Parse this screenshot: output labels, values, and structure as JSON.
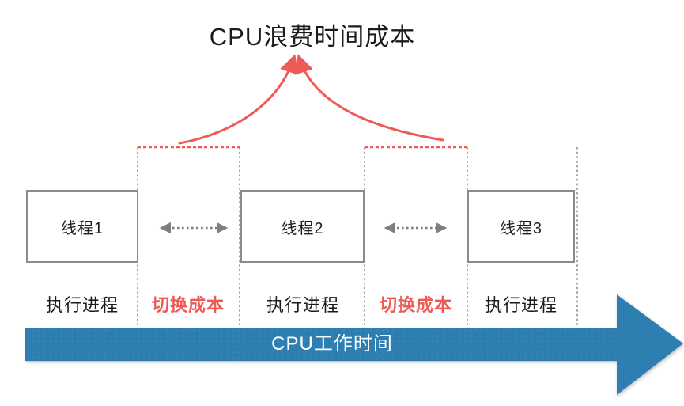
{
  "title": "CPU浪费时间成本",
  "threads": [
    {
      "label": "线程1"
    },
    {
      "label": "线程2"
    },
    {
      "label": "线程3"
    }
  ],
  "segments": [
    {
      "label": "执行进程",
      "type": "execute"
    },
    {
      "label": "切换成本",
      "type": "switch"
    },
    {
      "label": "执行进程",
      "type": "execute"
    },
    {
      "label": "切换成本",
      "type": "switch"
    },
    {
      "label": "执行进程",
      "type": "execute"
    }
  ],
  "timeline_label": "CPU工作时间",
  "colors": {
    "red": "#ee5a55",
    "blue": "#2d7eb1",
    "box_border": "#8b8b8b",
    "dash_gray": "#8f8f8f",
    "text": "#1b1b1b",
    "timeline_text": "#ffffff"
  }
}
